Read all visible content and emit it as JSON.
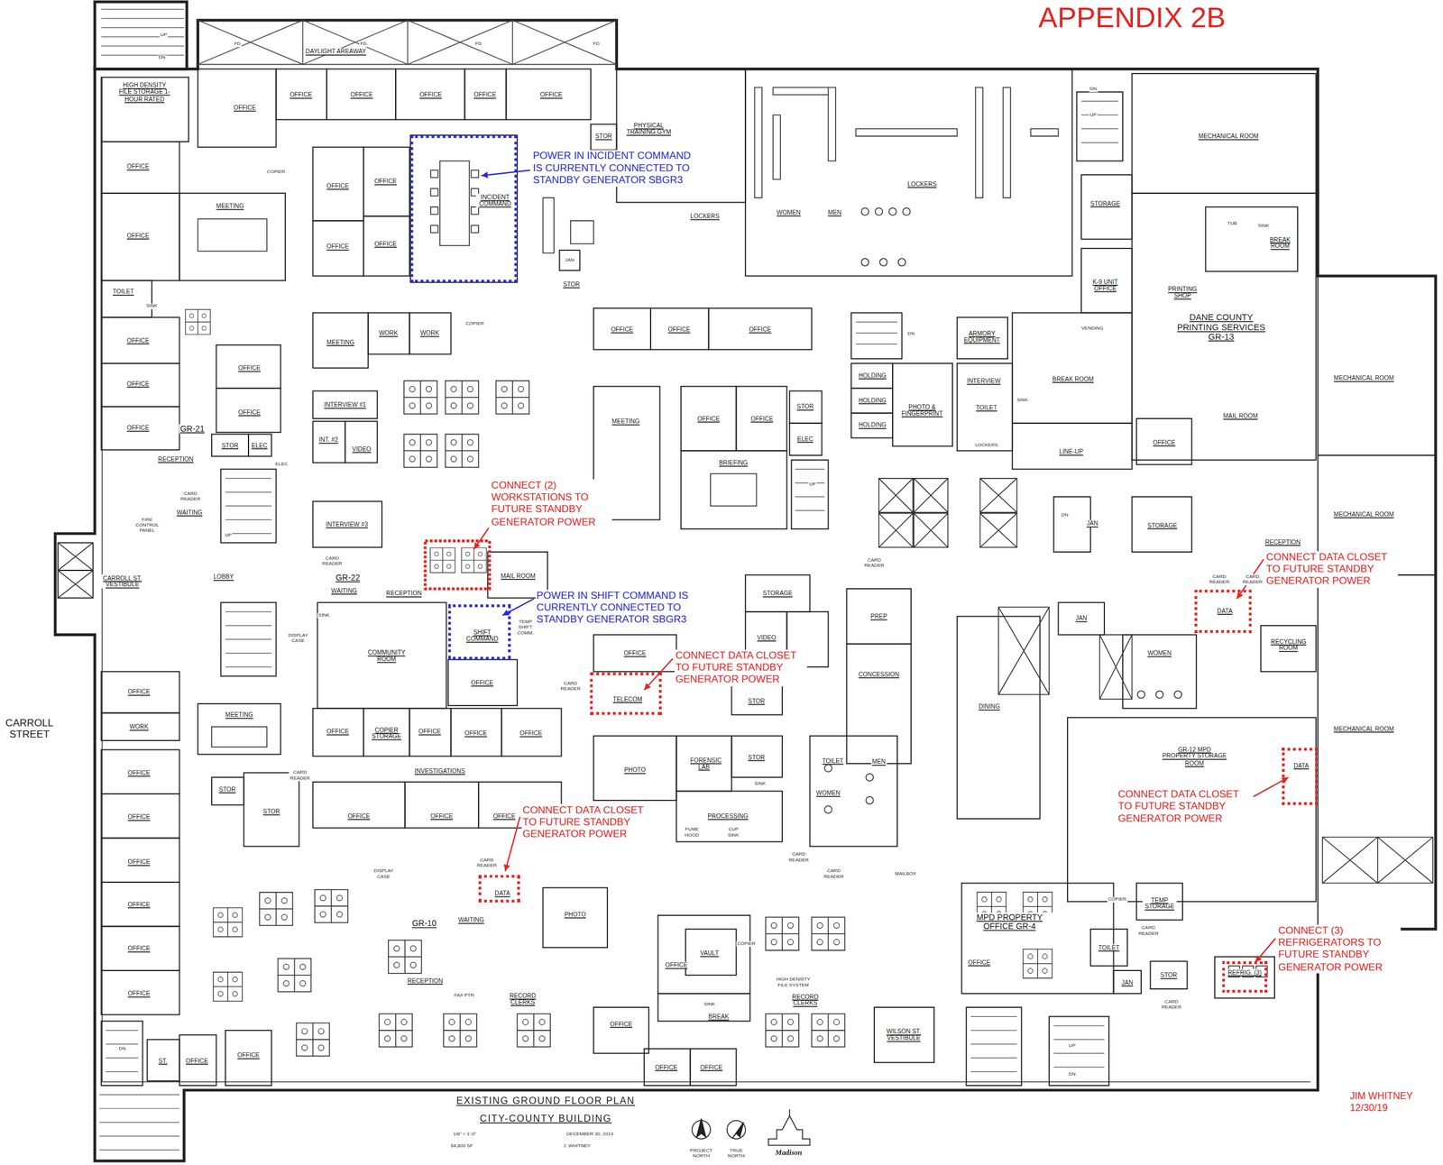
{
  "diagram": {
    "title": "APPENDIX 2B",
    "nodes": [
      {
        "text": [
          "INCIDENT COMMAND"
        ]
      },
      {
        "text": [
          "DATA"
        ]
      },
      {
        "text": [
          "SHIFT COMMAND"
        ]
      },
      {
        "text": [
          "TELECOM"
        ]
      },
      {
        "text": [
          "DATA"
        ]
      },
      {
        "text": [
          "DATA"
        ]
      },
      {
        "text": [
          "REFRIG. (3)"
        ]
      }
    ],
    "labels": [
      "DAYLIGHT AREAWAY",
      "FD",
      "FD",
      "FD",
      "FD",
      "UP",
      "DN",
      "HIGH DENSITY FILE STORAGE 1-HOUR RATED",
      "OFFICE",
      "OFFICE",
      "OFFICE",
      "OFFICE",
      "OFFICE",
      "OFFICE",
      "STOR",
      "PHYSICAL TRAINING GYM",
      "OFFICE",
      "COPIER",
      "MEETING",
      "OFFICE",
      "OFFICE",
      "OFFICE",
      "OFFICE",
      "LOCKERS",
      "WOMEN",
      "MEN",
      "LOCKERS",
      "JAN",
      "STOR",
      "DN",
      "UP",
      "MECHANICAL ROOM",
      "STORAGE",
      "TUB",
      "SINK",
      "BREAK ROOM",
      "K-9 UNIT OFFICE",
      "PRINTING SHOP",
      "DANE COUNTY PRINTING SERVICES GR-13",
      "VENDING",
      "OFFICE",
      "TOILET",
      "SINK",
      "OFFICE",
      "OFFICE",
      "OFFICE",
      "OFFICE",
      "OFFICE",
      "GR-21",
      "STOR",
      "ELEC",
      "ELEC",
      "RECEPTION",
      "CARD READER",
      "WAITING",
      "FIRE CONTROL PANEL",
      "UP",
      "CARROLL ST. VESTIBULE",
      "LOBBY",
      "MEETING",
      "WORK",
      "WORK",
      "COPIER",
      "INTERVIEW #1",
      "INT. #2",
      "VIDEO",
      "INTERVIEW #3",
      "CARD READER",
      "GR-22",
      "WAITING",
      "SINK",
      "RECEPTION",
      "MAIL ROOM",
      "TEMP SHIFT COMM.",
      "DISPLAY CASE",
      "COMMUNITY ROOM",
      "OFFICE",
      "OFFICE",
      "COPIER STORAGE",
      "OFFICE",
      "OFFICE",
      "OFFICE",
      "CARD READER",
      "INVESTIGATIONS",
      "OFFICE",
      "OFFICE",
      "OFFICE",
      "OFFICE",
      "OFFICE",
      "OFFICE",
      "MEETING",
      "OFFICE",
      "OFFICE",
      "STOR",
      "ELEC",
      "BRIEFING",
      "UP",
      "CARD READER",
      "STORAGE",
      "VIDEO",
      "OFFICE",
      "CARD READER",
      "STOR",
      "PHOTO",
      "FORENSIC LAB",
      "STOR",
      "SINK",
      "PROCESSING",
      "FUME HOOD",
      "CUP SINK",
      "TOILET",
      "MEN",
      "WOMEN",
      "CARD READER",
      "CARD READER",
      "PREP",
      "CONCESSION",
      "DINING",
      "DN",
      "ARMORY EQUIPMENT",
      "HOLDING",
      "HOLDING",
      "HOLDING",
      "PHOTO & FINGERPRINT",
      "INTERVIEW",
      "TOILET",
      "SINK",
      "LOCKERS",
      "BREAK ROOM",
      "LINE-UP",
      "OFFICE",
      "MAIL ROOM",
      "DN",
      "JAN",
      "STORAGE",
      "MECHANICAL ROOM",
      "MECHANICAL ROOM",
      "MECHANICAL ROOM",
      "RECEPTION",
      "CARD READER",
      "CARD READER",
      "RECYCLING ROOM",
      "JAN",
      "WOMEN",
      "GR-12 MPD PROPERTY STORAGE ROOM",
      "TEMP STORAGE",
      "COPIER",
      "CARD READER",
      "MPD PROPERTY OFFICE GR-4",
      "OFFICE",
      "TOILET",
      "STOR",
      "JAN",
      "CARD READER",
      "UP",
      "DN",
      "WILSON ST. VESTIBULE",
      "MAILBOX",
      "CARROLL STREET",
      "OFFICE",
      "WORK",
      "MEETING",
      "STOR",
      "STOR",
      "OFFICE",
      "OFFICE",
      "OFFICE",
      "OFFICE",
      "OFFICE",
      "OFFICE",
      "DN",
      "ST.",
      "OFFICE",
      "OFFICE",
      "DISPLAY CASE",
      "CARD READER",
      "GR-10",
      "WAITING",
      "PHOTO",
      "RECEPTION",
      "FAX PTR.",
      "RECORD CLERKS",
      "OFFICE",
      "COPIER",
      "OFFICE",
      "VAULT",
      "HIGH DENSITY FILE SYSTEM",
      "SINK",
      "BREAK",
      "RECORD CLERKS",
      "OFFICE",
      "OFFICE",
      "EXISTING GROUND FLOOR PLAN",
      "CITY-COUNTY BUILDING",
      "1/8\" = 1'-0\"",
      "64,800 SF",
      "DECEMBER 30, 2019",
      "J. WHITNEY",
      "PROJECT NORTH",
      "TRUE NORTH",
      "Madison",
      "POWER IN INCIDENT COMMAND IS CURRENTLY CONNECTED TO STANDBY GENERATOR SBGR3",
      "CONNECT (2) WORKSTATIONS TO FUTURE STANDBY GENERATOR POWER",
      "POWER IN SHIFT COMMAND IS CURRENTLY CONNECTED TO STANDBY GENERATOR SBGR3",
      "CONNECT DATA CLOSET TO FUTURE STANDBY GENERATOR POWER",
      "CONNECT DATA CLOSET TO FUTURE STANDBY GENERATOR POWER",
      "CONNECT DATA CLOSET TO FUTURE STANDBY GENERATOR POWER",
      "CONNECT DATA CLOSET TO FUTURE STANDBY GENERATOR POWER",
      "CONNECT (3) REFRIGERATORS TO FUTURE STANDBY GENERATOR POWER",
      "JIM WHITNEY 12/30/19"
    ]
  }
}
